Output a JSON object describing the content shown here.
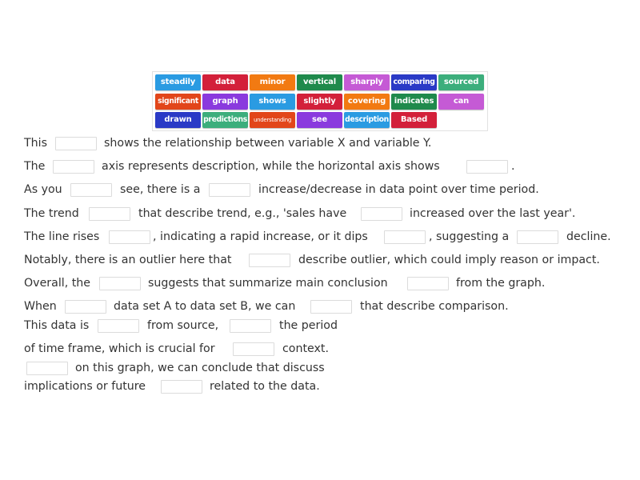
{
  "colors": {
    "light_blue": "#2a9be2",
    "red": "#d3203a",
    "orange": "#f27a12",
    "green": "#1f8a4c",
    "magenta": "#c55ad5",
    "dark_blue": "#2a3ac6",
    "teal": "#3cae7c",
    "red_orange": "#e2461a",
    "purple": "#8a3ade"
  },
  "word_bank": {
    "tiles": [
      {
        "label": "steadily",
        "color": "#2a9be2"
      },
      {
        "label": "data",
        "color": "#d3203a"
      },
      {
        "label": "minor",
        "color": "#f27a12"
      },
      {
        "label": "vertical",
        "color": "#1f8a4c"
      },
      {
        "label": "sharply",
        "color": "#c55ad5"
      },
      {
        "label": "comparing",
        "color": "#2a3ac6"
      },
      {
        "label": "sourced",
        "color": "#3cae7c"
      },
      {
        "label": "significant",
        "color": "#e2461a"
      },
      {
        "label": "graph",
        "color": "#8a3ade"
      },
      {
        "label": "shows",
        "color": "#2a9be2"
      },
      {
        "label": "slightly",
        "color": "#d3203a"
      },
      {
        "label": "covering",
        "color": "#f27a12"
      },
      {
        "label": "indicates",
        "color": "#1f8a4c"
      },
      {
        "label": "can",
        "color": "#c55ad5"
      },
      {
        "label": "drawn",
        "color": "#2a3ac6"
      },
      {
        "label": "predictions",
        "color": "#3cae7c"
      },
      {
        "label": "understanding",
        "color": "#e2461a"
      },
      {
        "label": "see",
        "color": "#8a3ade"
      },
      {
        "label": "description",
        "color": "#2a9be2"
      },
      {
        "label": "Based",
        "color": "#d3203a"
      }
    ]
  },
  "sentences": [
    {
      "parts": [
        "This",
        "shows the relationship between variable X and variable Y."
      ]
    },
    {
      "parts": [
        "The",
        "axis represents description, while the horizontal axis shows",
        "."
      ]
    },
    {
      "parts": [
        "As you",
        "see, there is a",
        "increase/decrease in data point over time period."
      ]
    },
    {
      "parts": [
        "The trend",
        "that describe trend, e.g., 'sales have",
        "increased over the last year'."
      ]
    },
    {
      "parts": [
        "The line rises",
        ", indicating a rapid increase, or it dips",
        ", suggesting a",
        "decline."
      ]
    },
    {
      "parts": [
        "Notably, there is an outlier here that",
        "describe outlier, which could imply reason or impact."
      ]
    },
    {
      "parts": [
        "Overall, the",
        "suggests that summarize main conclusion",
        "from the graph."
      ]
    },
    {
      "parts": [
        "When",
        "data set A to data set B, we can",
        "that describe comparison."
      ]
    },
    {
      "parts": [
        "This data is",
        "from source,",
        "the period"
      ]
    },
    {
      "parts": [
        "of time frame, which is crucial for",
        "context."
      ]
    },
    {
      "parts": [
        "on this graph, we can conclude that discuss"
      ]
    },
    {
      "parts": [
        "implications or future",
        "related to the data."
      ]
    }
  ]
}
